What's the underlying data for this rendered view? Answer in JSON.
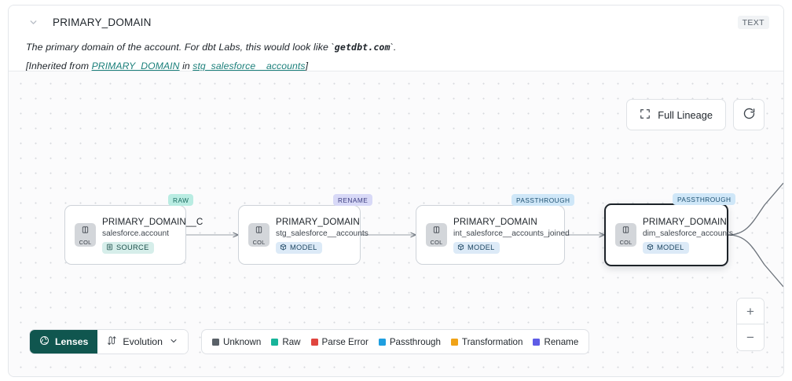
{
  "header": {
    "chevron_icon": "chevron-down-icon",
    "column_name": "PRIMARY_DOMAIN",
    "type_badge": "TEXT",
    "description_pre": "The primary domain of the account. For dbt Labs, this would look like `",
    "description_code": "getdbt.com",
    "description_post": "`.",
    "inherited_prefix": "[Inherited from ",
    "inherited_link_1": "PRIMARY_DOMAIN",
    "inherited_middle": " in ",
    "inherited_link_2": "stg_salesforce__accounts",
    "inherited_suffix": "]"
  },
  "canvas": {
    "controls": {
      "full_lineage_label": "Full Lineage",
      "full_lineage_icon": "expand-corners-icon",
      "refresh_icon": "refresh-icon",
      "zoom_in_label": "+",
      "zoom_out_label": "−"
    },
    "nodes": [
      {
        "tag": "RAW",
        "tag_class": "raw",
        "col_label": "COL",
        "name": "PRIMARY_DOMAIN__C",
        "subtitle": "salesforce.account",
        "type_label": "SOURCE",
        "type_class": "source",
        "type_icon": "database-icon",
        "selected": false
      },
      {
        "tag": "RENAME",
        "tag_class": "rename",
        "col_label": "COL",
        "name": "PRIMARY_DOMAIN",
        "subtitle": "stg_salesforce__accounts",
        "type_label": "MODEL",
        "type_class": "model",
        "type_icon": "cube-icon",
        "selected": false
      },
      {
        "tag": "PASSTHROUGH",
        "tag_class": "passthrough",
        "col_label": "COL",
        "name": "PRIMARY_DOMAIN",
        "subtitle": "int_salesforce__accounts_joined",
        "type_label": "MODEL",
        "type_class": "model",
        "type_icon": "cube-icon",
        "selected": false
      },
      {
        "tag": "PASSTHROUGH",
        "tag_class": "passthrough",
        "col_label": "COL",
        "name": "PRIMARY_DOMAIN",
        "subtitle": "dim_salesforce_accounts",
        "type_label": "MODEL",
        "type_class": "model",
        "type_icon": "cube-icon",
        "selected": true
      }
    ]
  },
  "bottom": {
    "lenses_label": "Lenses",
    "lenses_icon": "aperture-icon",
    "evolution_label": "Evolution",
    "evolution_icon": "updown-arrows-icon",
    "evolution_caret": "chevron-down-icon",
    "legend": [
      {
        "label": "Unknown",
        "color": "#5a6168"
      },
      {
        "label": "Raw",
        "color": "#17b49a"
      },
      {
        "label": "Parse Error",
        "color": "#e0453f"
      },
      {
        "label": "Passthrough",
        "color": "#1f9fe0"
      },
      {
        "label": "Transformation",
        "color": "#f0a318"
      },
      {
        "label": "Rename",
        "color": "#5e5ce6"
      }
    ]
  }
}
